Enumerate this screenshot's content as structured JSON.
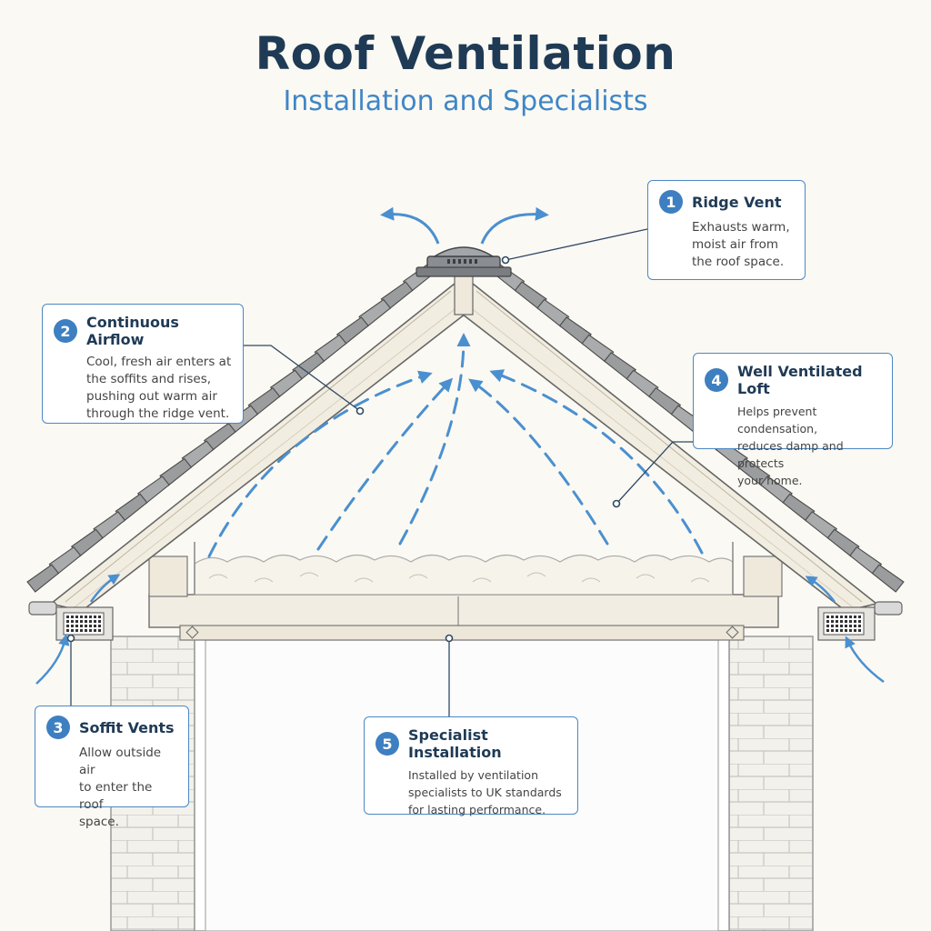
{
  "header": {
    "title": "Roof Ventilation",
    "subtitle": "Installation and Specialists"
  },
  "colors": {
    "accent": "#3e7fc1",
    "title": "#1f3a55",
    "arrow": "#4a90d0",
    "line": "#2f4a66"
  },
  "callouts": [
    {
      "number": "1",
      "title": "Ridge Vent",
      "lines": [
        "Exhausts warm,",
        "moist air from",
        "the roof space."
      ]
    },
    {
      "number": "2",
      "title": "Continuous Airflow",
      "lines": [
        "Cool, fresh air enters at",
        "the soffits and rises,",
        "pushing out warm air",
        "through the ridge vent."
      ]
    },
    {
      "number": "3",
      "title": "Soffit Vents",
      "lines": [
        "Allow outside air",
        "to enter the roof",
        "space."
      ]
    },
    {
      "number": "4",
      "title": "Well Ventilated Loft",
      "lines": [
        "Helps prevent condensation,",
        "reduces damp and protects",
        "your home."
      ]
    },
    {
      "number": "5",
      "title": "Specialist Installation",
      "lines": [
        "Installed by ventilation",
        "specialists to UK standards",
        "for lasting performance."
      ]
    }
  ]
}
